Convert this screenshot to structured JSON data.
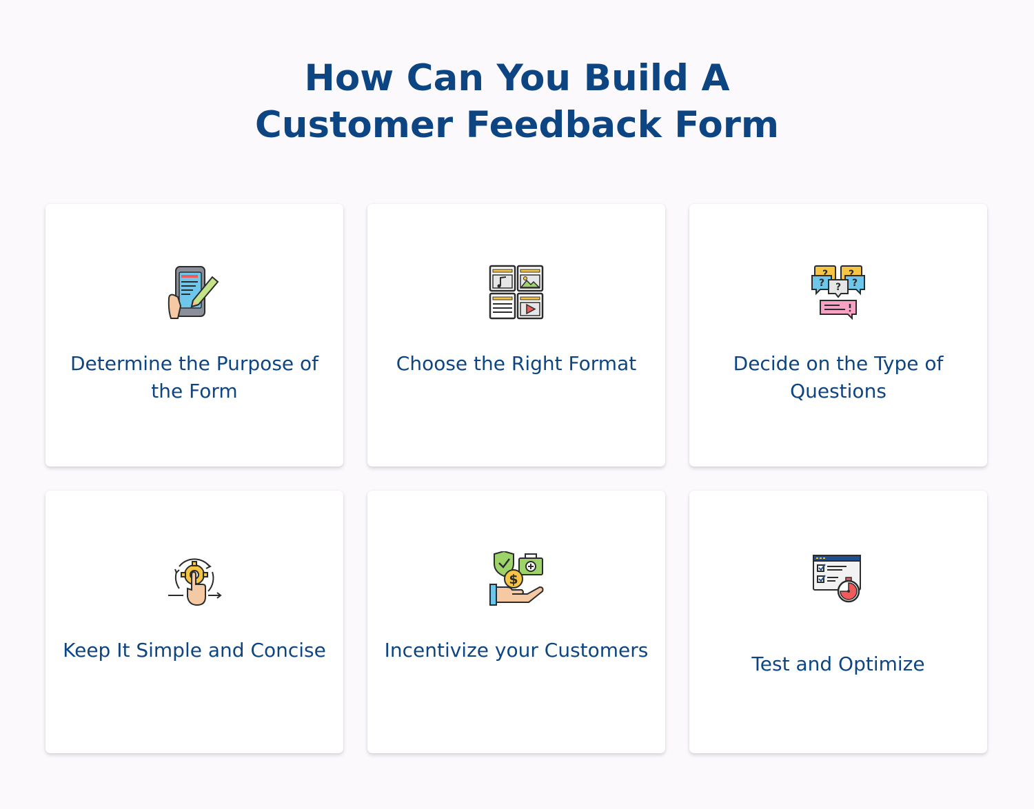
{
  "title": {
    "line1": "How Can You Build A",
    "line2": "Customer Feedback Form"
  },
  "steps": [
    {
      "label": "Determine the Purpose of the Form",
      "icon": "tablet-edit-icon"
    },
    {
      "label": "Choose the Right Format",
      "icon": "media-formats-icon"
    },
    {
      "label": "Decide on the Type of Questions",
      "icon": "question-bubbles-icon"
    },
    {
      "label": "Keep It Simple and Concise",
      "icon": "gear-touch-icon"
    },
    {
      "label": "Incentivize your Customers",
      "icon": "incentive-hand-icon"
    },
    {
      "label": "Test and Optimize",
      "icon": "test-timer-icon"
    }
  ],
  "colors": {
    "heading": "#0d4582",
    "background": "#fcf9fd",
    "card": "#ffffff"
  }
}
